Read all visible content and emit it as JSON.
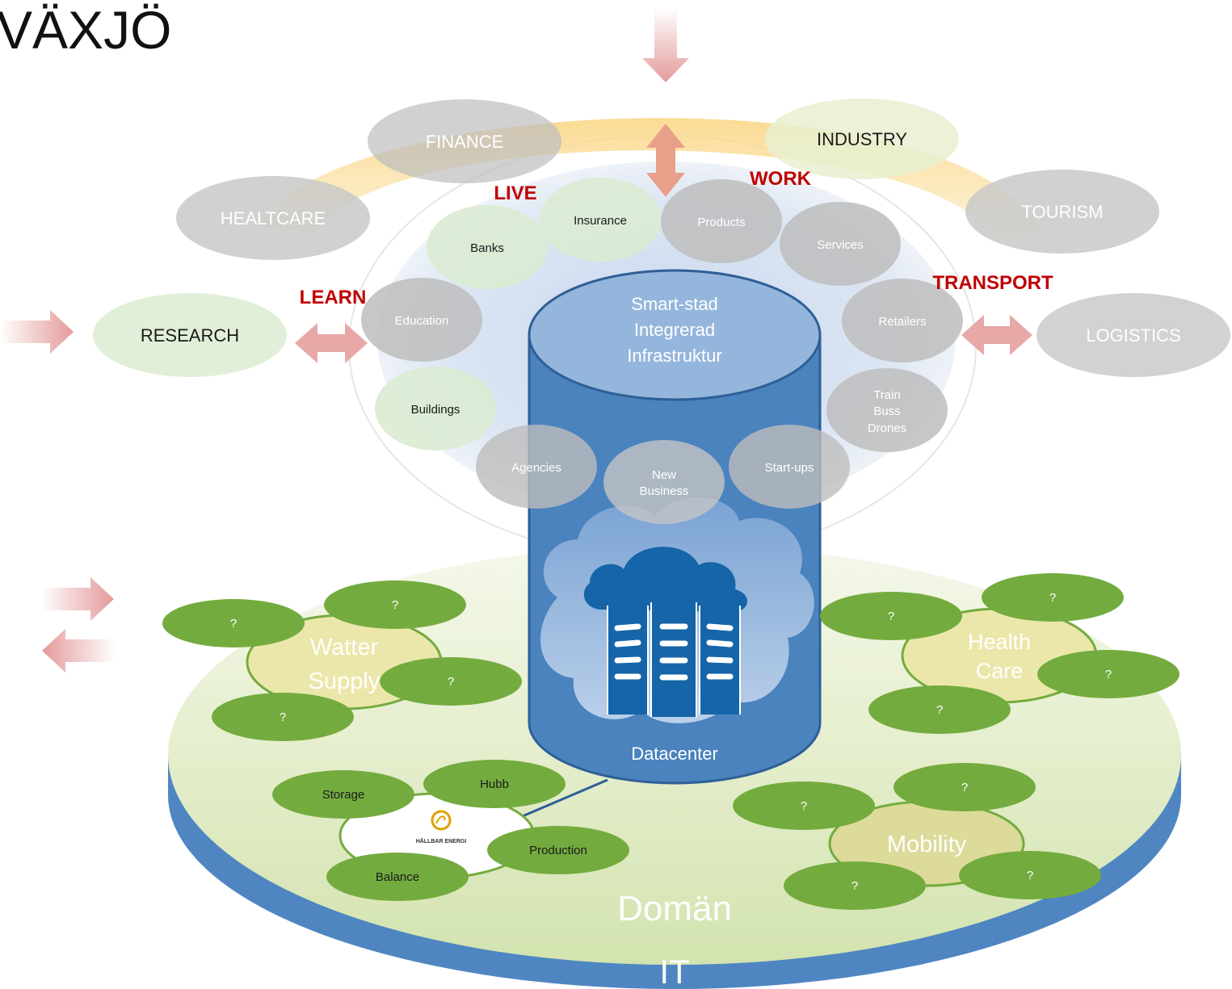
{
  "title": "VÄXJÖ",
  "sectors": {
    "finance": "FINANCE",
    "industry": "INDUSTRY",
    "healthcare": "HEALTCARE",
    "tourism": "TOURISM",
    "research": "RESEARCH",
    "logistics": "LOGISTICS"
  },
  "activities": {
    "live": "LIVE",
    "work": "WORK",
    "learn": "LEARN",
    "transport": "TRANSPORT"
  },
  "ring": {
    "insurance": "Insurance",
    "banks": "Banks",
    "products": "Products",
    "services": "Services",
    "education": "Education",
    "retailers": "Retailers",
    "buildings": "Buildings",
    "transit_line1": "Train",
    "transit_line2": "Buss",
    "transit_line3": "Drones",
    "agencies": "Agencies",
    "new_business_line1": "New",
    "new_business_line2": "Business",
    "startups": "Start-ups"
  },
  "cylinder": {
    "line1": "Smart-stad",
    "line2": "Integrerad",
    "line3": "Infrastruktur",
    "datacenter": "Datacenter"
  },
  "domains": {
    "water_line1": "Watter",
    "water_line2": "Supply",
    "health_line1": "Health",
    "health_line2": "Care",
    "mobility": "Mobility",
    "unknown": "?"
  },
  "energy": {
    "logo_text": "HÅLLBAR ENERGI",
    "storage": "Storage",
    "hubb": "Hubb",
    "production": "Production",
    "balance": "Balance"
  },
  "platform": {
    "domain_label": "Domän",
    "it_label": "IT"
  },
  "colors": {
    "accent_red": "#c00000",
    "arrow_pink": "#e49a9a",
    "grey_bubble": "#c9c9c9",
    "light_green_bubble": "#dfeed6",
    "domain_green": "#74ab3f",
    "domain_yellow": "#ebe7aa",
    "cylinder_blue": "#4a83be",
    "platform_blue": "#4f86c2"
  }
}
